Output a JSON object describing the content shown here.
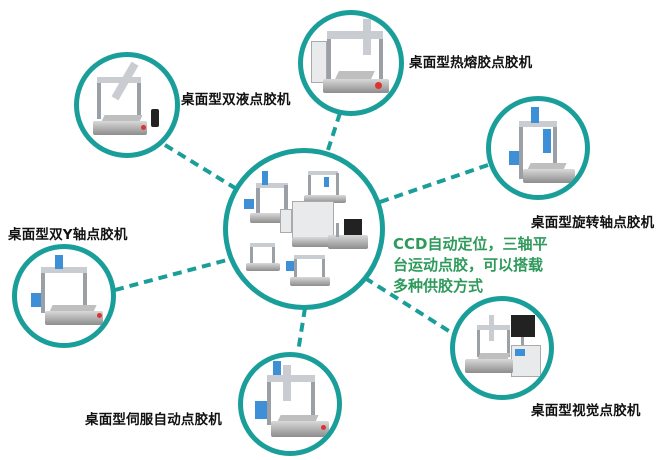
{
  "diagram": {
    "accent_color": "#1a9e9a",
    "description_color": "#2e9a5a",
    "center": {
      "name": "desktop-dispensing-machines-collage"
    },
    "description": [
      "CCD自动定位，三轴平",
      "台运动点胶，可以搭载",
      "多种供胶方式"
    ],
    "nodes": [
      {
        "id": "double-liquid",
        "label": "桌面型双液点胶机"
      },
      {
        "id": "hot-melt",
        "label": "桌面型热熔胶点胶机"
      },
      {
        "id": "rotary-axis",
        "label": "桌面型旋转轴点胶机"
      },
      {
        "id": "double-y-axis",
        "label": "桌面型双Y轴点胶机"
      },
      {
        "id": "servo-auto",
        "label": "桌面型伺服自动点胶机"
      },
      {
        "id": "vision",
        "label": "桌面型视觉点胶机"
      }
    ]
  }
}
